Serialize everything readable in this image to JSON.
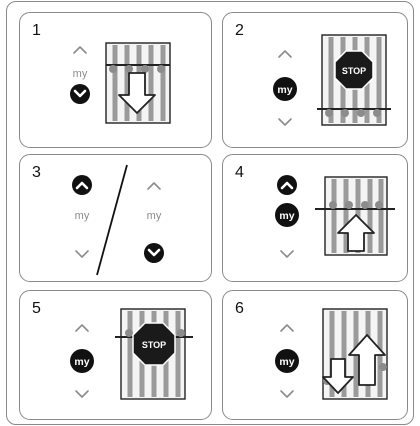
{
  "steps": [
    {
      "number": "1",
      "my_label": "my"
    },
    {
      "number": "2",
      "my_label": "my",
      "sign_label": "STOP"
    },
    {
      "number": "3",
      "my_label_left": "my",
      "my_label_right": "my"
    },
    {
      "number": "4",
      "my_label": "my"
    },
    {
      "number": "5",
      "my_label": "my",
      "sign_label": "STOP"
    },
    {
      "number": "6",
      "my_label": "my"
    }
  ],
  "colors": {
    "border": "#8a8a8a",
    "button": "#111111",
    "chevron": "#8c8c8c",
    "stop_sign": "#1a1a1a"
  },
  "icons": [
    "chevron-up-icon",
    "chevron-down-icon",
    "my-button-icon",
    "stop-sign-icon",
    "arrow-down-icon",
    "arrow-up-icon",
    "awning-icon"
  ]
}
